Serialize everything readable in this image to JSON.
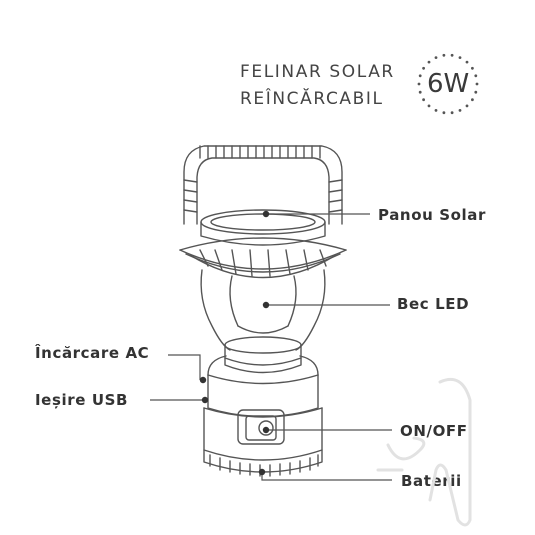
{
  "title": {
    "line1": "FELINAR SOLAR",
    "line2": "REÎNCĂRCABIL",
    "badge": "6W"
  },
  "callouts": {
    "solar_panel": "Panou Solar",
    "led_bulb": "Bec LED",
    "ac_charging": "Încărcare AC",
    "usb_output": "Ieșire USB",
    "on_off": "ON/OFF",
    "batteries": "Baterii"
  },
  "icons": {
    "badge_ring": "dotted-circle",
    "watermark": "brand-logo-watermark"
  },
  "colors": {
    "line": "#555555",
    "text": "#333333",
    "watermark": "#e4e4e4"
  }
}
